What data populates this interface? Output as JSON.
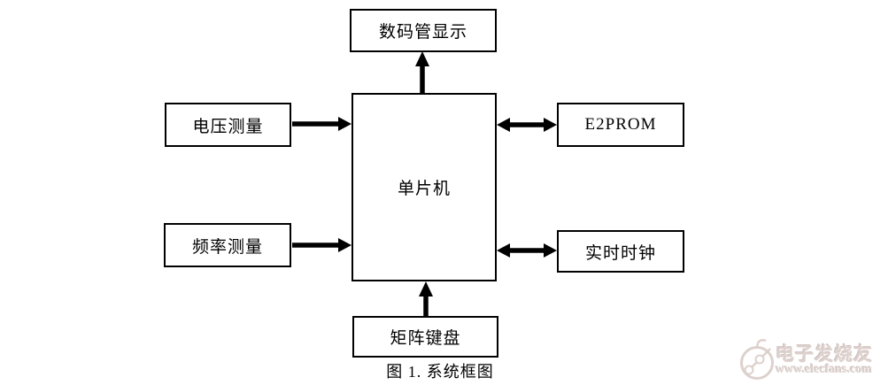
{
  "figure": {
    "caption": "图 1. 系统框图"
  },
  "diagram": {
    "nodes": [
      {
        "id": "digital-display",
        "label": "数码管显示"
      },
      {
        "id": "mcu",
        "label": "单片机"
      },
      {
        "id": "voltage-measure",
        "label": "电压测量"
      },
      {
        "id": "frequency-measure",
        "label": "频率测量"
      },
      {
        "id": "e2prom",
        "label": "E2PROM"
      },
      {
        "id": "rtc",
        "label": "实时时钟"
      },
      {
        "id": "matrix-keypad",
        "label": "矩阵键盘"
      }
    ],
    "connections": [
      {
        "from": "mcu",
        "to": "digital-display",
        "type": "one-way"
      },
      {
        "from": "voltage-measure",
        "to": "mcu",
        "type": "one-way"
      },
      {
        "from": "frequency-measure",
        "to": "mcu",
        "type": "one-way"
      },
      {
        "from": "mcu",
        "to": "e2prom",
        "type": "two-way"
      },
      {
        "from": "mcu",
        "to": "rtc",
        "type": "two-way"
      },
      {
        "from": "matrix-keypad",
        "to": "mcu",
        "type": "one-way"
      }
    ],
    "colors": {
      "line": "#000000",
      "box_fill": "#ffffff",
      "background": "#ffffff"
    }
  },
  "watermark": {
    "brand": "电子发烧友",
    "url": "www.elecfans.com",
    "color": "#ddd1cd"
  }
}
